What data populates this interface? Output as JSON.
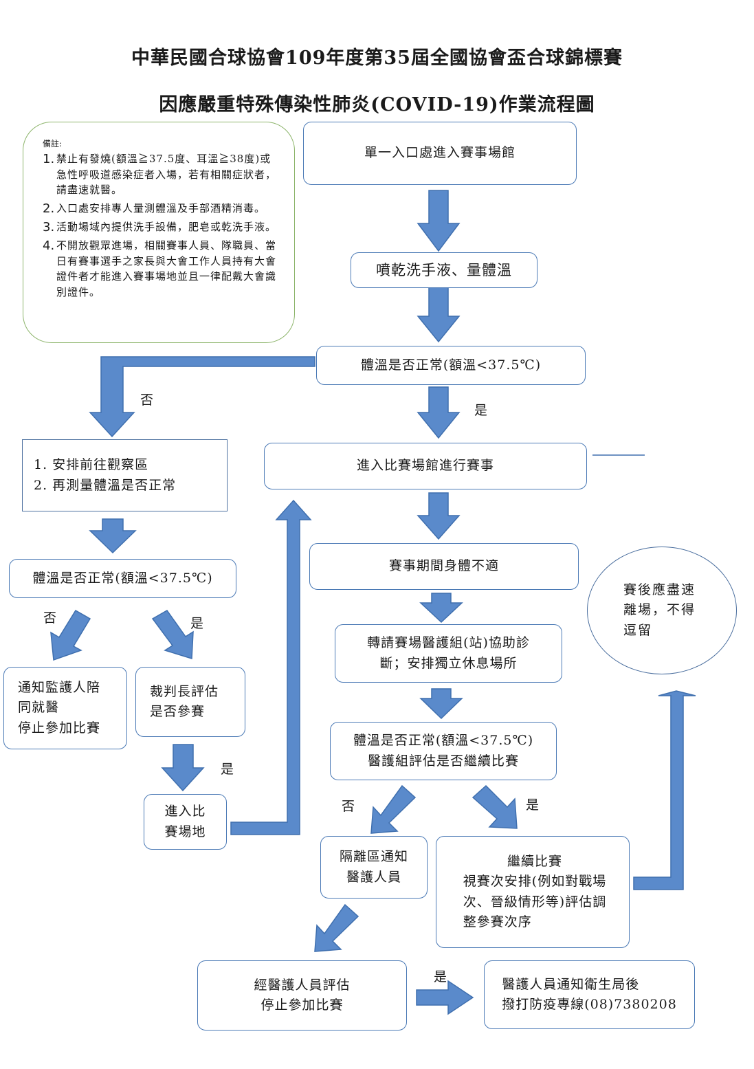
{
  "title": {
    "line1": "中華民國合球協會109年度第35屆全國協會盃合球錦標賽",
    "line2": "因應嚴重特殊傳染性肺炎(COVID-19)作業流程圖"
  },
  "notes": {
    "heading": "備註:",
    "items": [
      {
        "num": "1.",
        "text": "禁止有發燒(額溫≧37.5度、耳溫≧38度)或急性呼吸道感染症者入場，若有相關症狀者，請盡速就醫。"
      },
      {
        "num": "2.",
        "text": "入口處安排專人量測體溫及手部酒精消毒。"
      },
      {
        "num": "3.",
        "text": "活動場域內提供洗手設備，肥皂或乾洗手液。"
      },
      {
        "num": "4.",
        "text": "不開放觀眾進場，相關賽事人員、隊職員、當日有賽事選手之家長與大會工作人員持有大會證件者才能進入賽事場地並且一律配戴大會識別證件。"
      }
    ]
  },
  "boxes": {
    "entry": "單一入口處進入賽事場館",
    "sanitize": "噴乾洗手液、量體溫",
    "temp_check_1": "體溫是否正常(額溫<37.5℃)",
    "observe_1": "1.  安排前往觀察區",
    "observe_2": "2.  再測量體溫是否正常",
    "temp_check_2": "體溫是否正常(額溫<37.5℃)",
    "notify_guardian_1": "通知監護人陪",
    "notify_guardian_2": "同就醫",
    "notify_guardian_3": "停止參加比賽",
    "referee_1": "裁判長評估",
    "referee_2": "是否參賽",
    "enter_venue_1": "進入比",
    "enter_venue_2": "賽場地",
    "match": "進入比賽場館進行賽事",
    "unwell": "賽事期間身體不適",
    "medical_1": "轉請賽場醫護組(站)協助診",
    "medical_2": "斷；安排獨立休息場所",
    "temp_check_3a": "體溫是否正常(額溫<37.5℃)",
    "temp_check_3b": "醫護組評估是否繼續比賽",
    "isolation_1": "隔離區通知",
    "isolation_2": "醫護人員",
    "continue_1": "繼續比賽",
    "continue_2": "視賽次安排(例如對戰場",
    "continue_3": "次、晉級情形等)評估調",
    "continue_4": "整參賽次序",
    "stop_1": "經醫護人員評估",
    "stop_2": "停止參加比賽",
    "health_1": "醫護人員通知衛生局後",
    "health_2": "撥打防疫專線(08)7380208",
    "leave_1": "賽後應盡速",
    "leave_2": "離場，不得",
    "leave_3": "逗留"
  },
  "labels": {
    "no_1": "否",
    "yes_1": "是",
    "no_2": "否",
    "yes_2": "是",
    "yes_3": "是",
    "no_3": "否",
    "yes_4": "是",
    "yes_5": "是"
  },
  "colors": {
    "arrow_fill": "#5a8acb",
    "arrow_stroke": "#3f6fae",
    "box_border": "#4a79b5",
    "notes_border": "#8cb46a"
  }
}
